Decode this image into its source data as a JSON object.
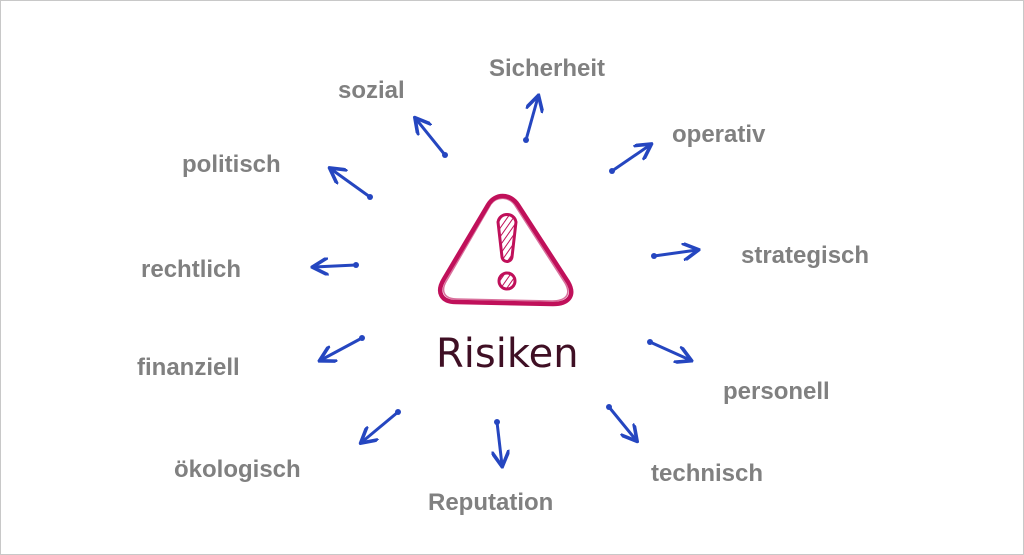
{
  "center": {
    "label": "Risiken",
    "icon": "warning-triangle-icon"
  },
  "categories": [
    "Sicherheit",
    "operativ",
    "strategisch",
    "personell",
    "technisch",
    "Reputation",
    "ökologisch",
    "finanziell",
    "rechtlich",
    "politisch",
    "sozial"
  ],
  "colors": {
    "arrow": "#2546c0",
    "label": "#808080",
    "warning": "#c0105a",
    "center_text": "#3f0f24"
  }
}
